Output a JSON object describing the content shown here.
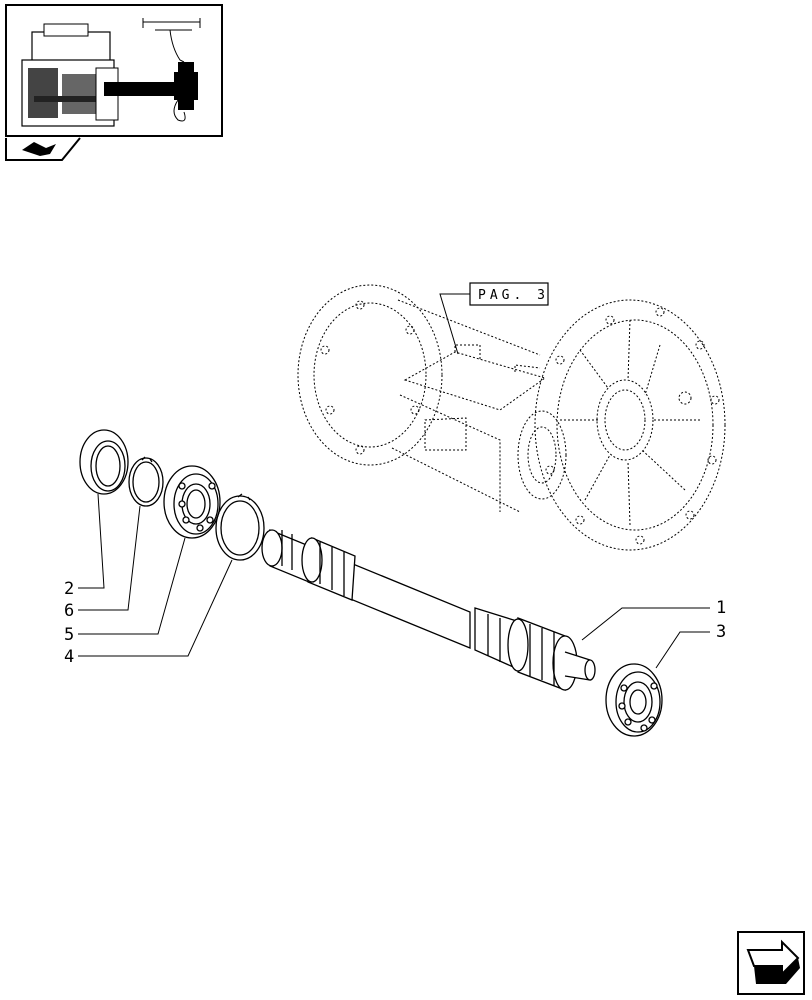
{
  "reference_box": {
    "label": "PAG. 3"
  },
  "callouts": [
    {
      "id": "1",
      "part": "shaft"
    },
    {
      "id": "3",
      "part": "bearing-right"
    },
    {
      "id": "2",
      "part": "seal"
    },
    {
      "id": "6",
      "part": "snap-ring-small"
    },
    {
      "id": "5",
      "part": "bearing-left"
    },
    {
      "id": "4",
      "part": "snap-ring-large"
    }
  ],
  "icons": {
    "thumbnail": "transmission-overview-thumbnail",
    "nav_back": "book-arrow-icon",
    "nav_next": "next-page-arrow-icon"
  }
}
